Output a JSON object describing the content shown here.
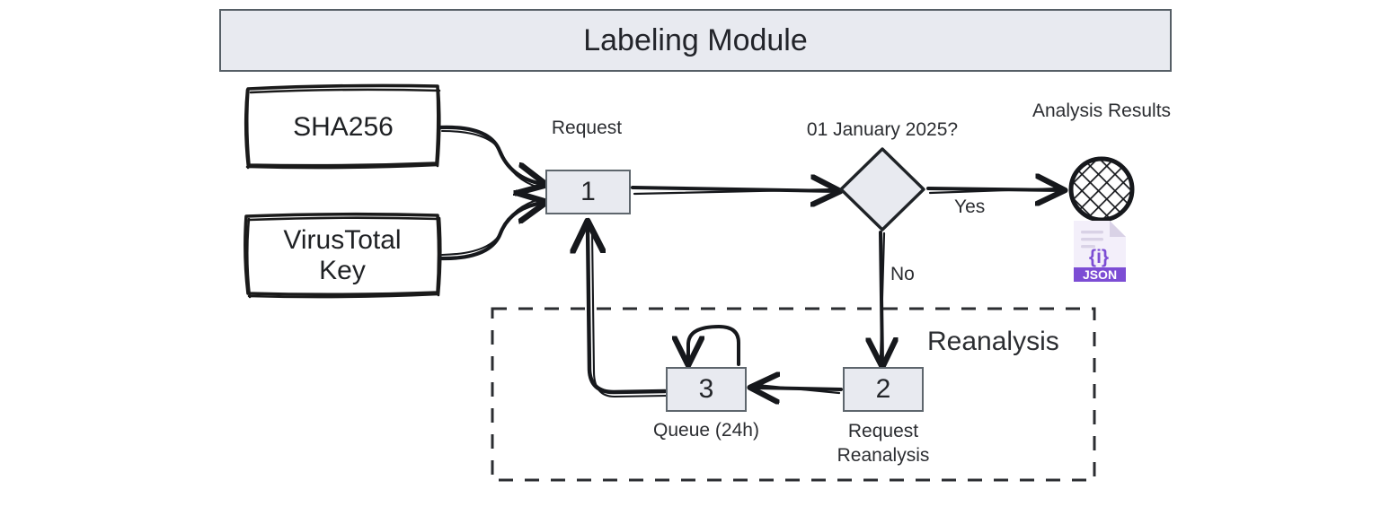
{
  "diagram": {
    "title": "Labeling Module",
    "title_fill": "#e8eaf0",
    "title_border": "#565f66",
    "node_fill": "#e8eaf0",
    "node_border": "#5e666d",
    "stroke": "#1a1a1a",
    "accent_json": "#7c4dd4"
  },
  "inputs": [
    {
      "id": "sha256",
      "label": "SHA256"
    },
    {
      "id": "virustotal-key",
      "label": "VirusTotal\nKey"
    }
  ],
  "nodes": [
    {
      "id": "request",
      "number": "1",
      "caption": "Request",
      "caption_pos": "top"
    },
    {
      "id": "request-reanalysis",
      "number": "2",
      "caption": "Request\nReanalysis",
      "caption_pos": "bottom"
    },
    {
      "id": "queue",
      "number": "3",
      "caption": "Queue (24h)",
      "caption_pos": "bottom"
    }
  ],
  "decision": {
    "id": "date-check",
    "label": "01 January 2025?",
    "yes_label": "Yes",
    "no_label": "No"
  },
  "output": {
    "label": "Analysis\nResults",
    "hatched_icon": "hatched-circle-icon",
    "file_icon": "json-file-icon",
    "file_icon_text": "{i}",
    "file_icon_badge": "JSON"
  },
  "group": {
    "id": "reanalysis-group",
    "label": "Reanalysis",
    "style": "dashed"
  }
}
